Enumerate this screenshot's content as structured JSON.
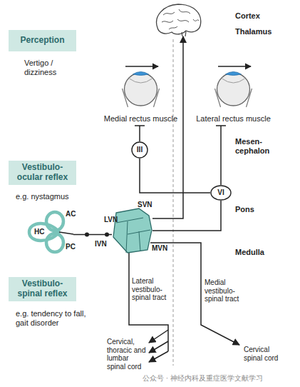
{
  "diagram": {
    "nodes": [
      {
        "text": [
          "Cortex",
          "Thalamus"
        ]
      },
      {
        "text": [
          "Perception",
          "Vertigo / dizziness"
        ]
      },
      {
        "text": [
          "Medial rectus muscle"
        ]
      },
      {
        "text": [
          "Lateral rectus muscle"
        ]
      },
      {
        "text": [
          "III"
        ]
      },
      {
        "text": [
          "Vestibulo-ocular reflex",
          "e.g. nystagmus"
        ]
      },
      {
        "text": [
          "VI"
        ]
      },
      {
        "text": [
          "AC",
          "HC",
          "PC"
        ]
      },
      {
        "text": [
          "SVN",
          "LVN",
          "IVN",
          "MVN"
        ]
      },
      {
        "text": [
          "Vestibulo-spinal reflex",
          "e.g. tendency to fall, gait disorder"
        ]
      }
    ],
    "edges": [
      {
        "from": 7,
        "to": 8,
        "arrow": "none"
      },
      {
        "from": 8,
        "to": 6,
        "arrow": "none"
      },
      {
        "from": 6,
        "to": 4,
        "arrow": "none"
      },
      {
        "from": 4,
        "to": 2,
        "arrow": "none"
      },
      {
        "from": 6,
        "to": 3,
        "arrow": "none"
      },
      {
        "from": 8,
        "to": 0,
        "arrow": "to"
      }
    ],
    "labels": [
      "Mesen-cephalon",
      "Pons",
      "Medulla",
      "Lateral vestibulo-spinal tract",
      "Medial vestibulo-spinal tract",
      "Cervical, thoracic and lumbar spinal cord",
      "Cervical spinal cord",
      "公众号 · 神经内科及重症医学文献学习"
    ]
  }
}
